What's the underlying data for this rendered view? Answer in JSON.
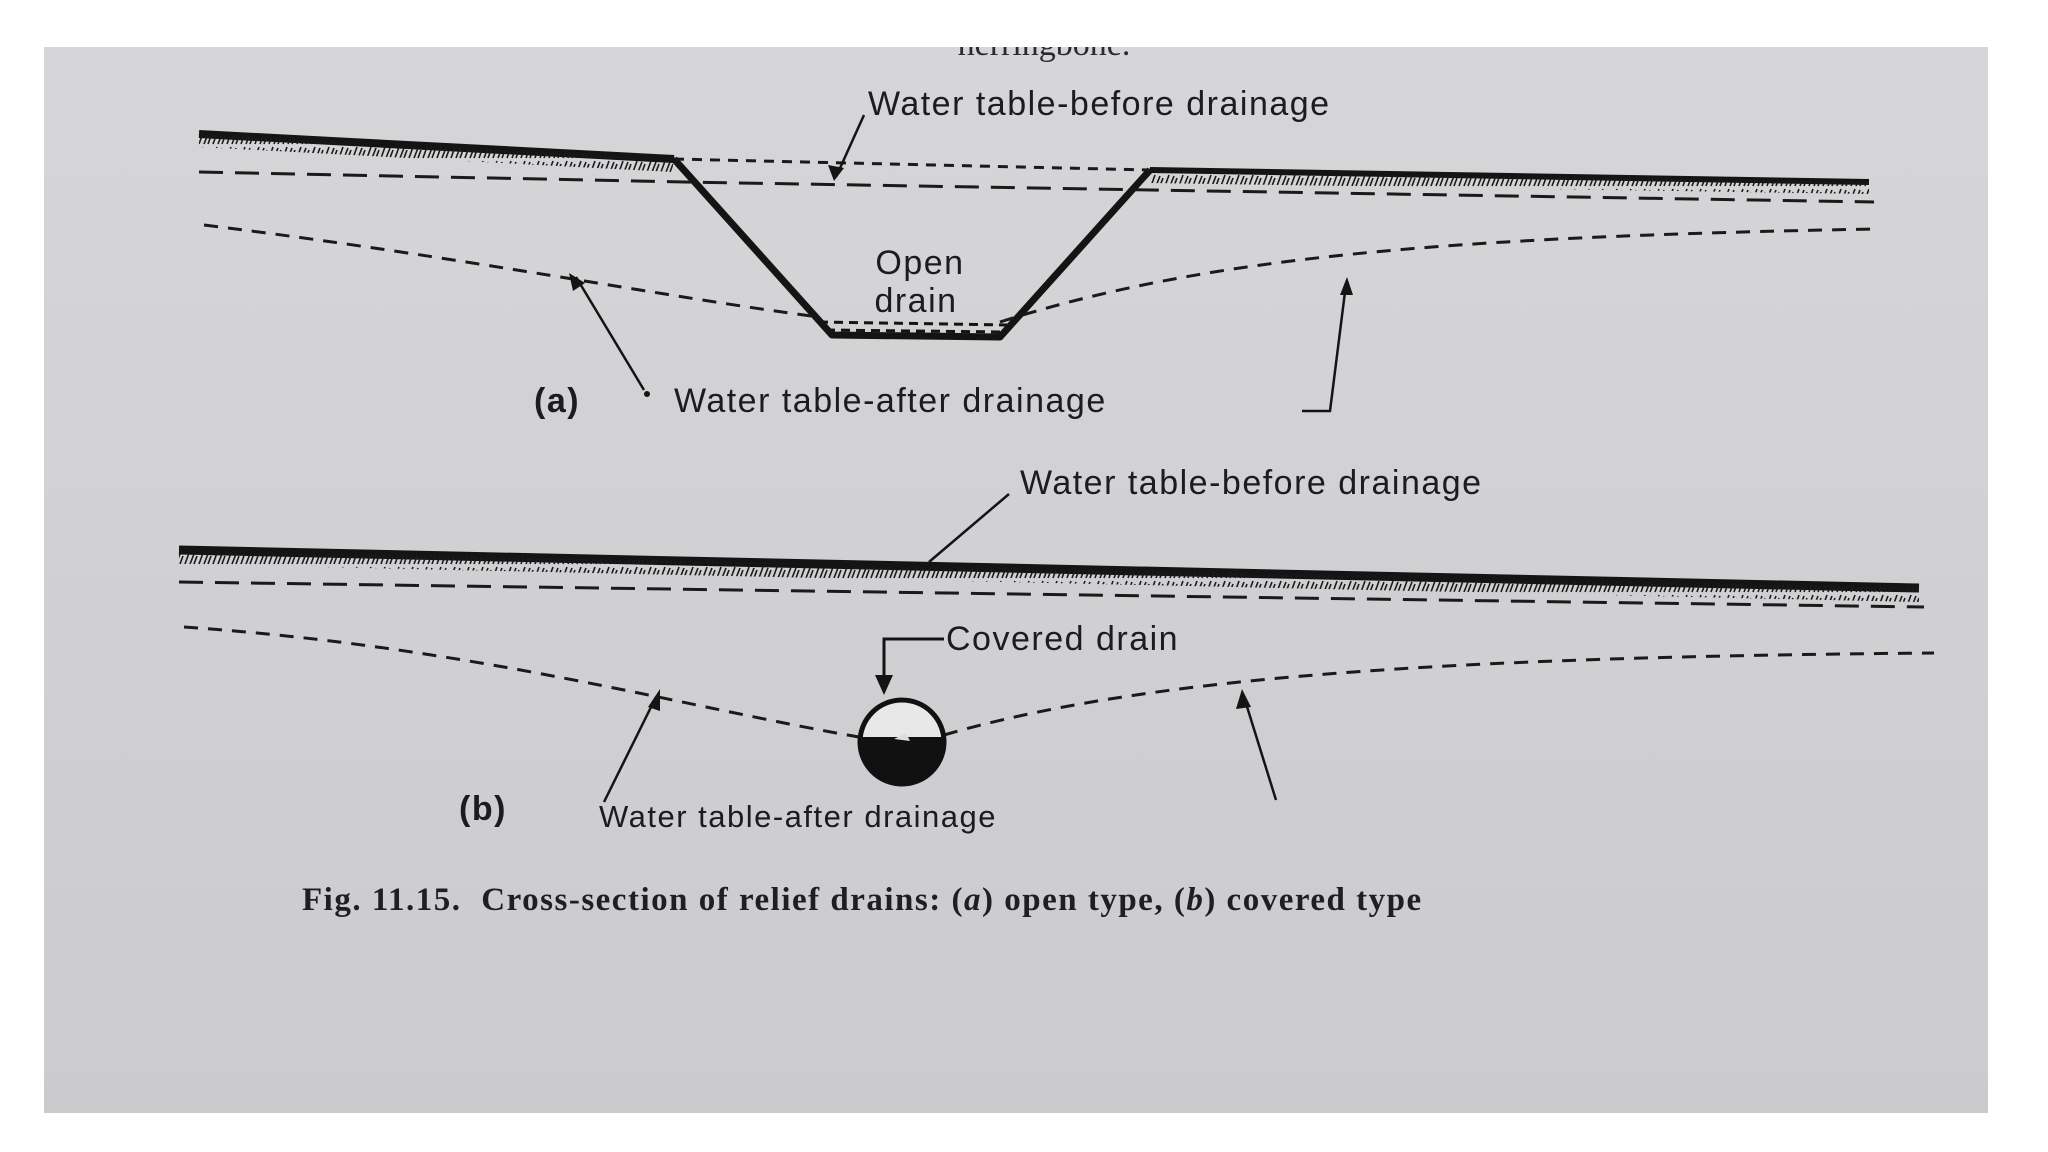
{
  "top_fragment": "herringbone.",
  "diagram_a": {
    "part_label": "(a)",
    "water_table_before": "Water table-before drainage",
    "drain_label_line1": "Open",
    "drain_label_line2": "drain",
    "water_table_after": "Water table-after drainage"
  },
  "diagram_b": {
    "part_label": "(b)",
    "water_table_before": "Water table-before drainage",
    "drain_label": "Covered drain",
    "water_table_after": "Water table-after drainage"
  },
  "caption": {
    "fig_number": "Fig. 11.15.",
    "text_1": "Cross-section of relief drains: (",
    "a_letter": "a",
    "text_2": ") open type, (",
    "b_letter": "b",
    "text_3": ") covered type"
  },
  "colors": {
    "paper": "#d2d2d5",
    "ink": "#1c1c1e"
  }
}
